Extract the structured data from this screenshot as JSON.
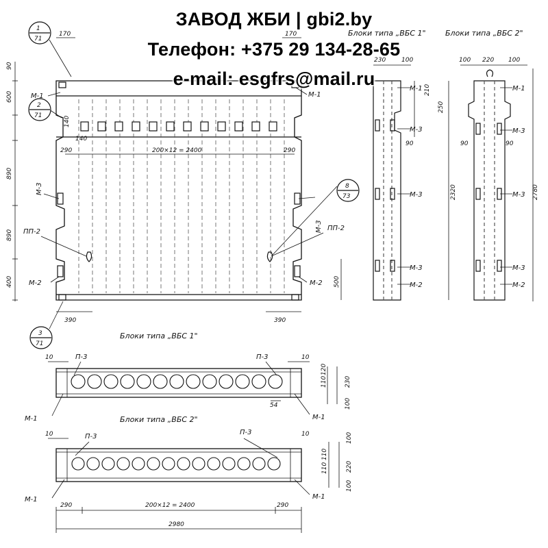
{
  "header": {
    "line1": "ЗАВОД ЖБИ | gbi2.by",
    "line2": "Телефон: +375 29 134-28-65",
    "line3": "e-mail: esgfrs@mail.ru"
  },
  "titles": {
    "vbs1_top": "Блоки типа „ВБС 1\"",
    "vbs2_top": "Блоки типа „ВБС 2\"",
    "vbs1_plan": "Блоки типа „ВБС 1\"",
    "vbs2_plan": "Блоки типа „ВБС 2\""
  },
  "callouts": {
    "c1_top": "1",
    "c1_bot": "71",
    "c2_top": "2",
    "c2_bot": "71",
    "c3_top": "3",
    "c3_bot": "71",
    "c8_top": "8",
    "c8_bot": "73"
  },
  "labels": {
    "m1": "М-1",
    "m2": "М-2",
    "m3": "М-3",
    "pp2": "ПП-2",
    "p3": "П-3"
  },
  "dims": {
    "d170": "170",
    "d90": "90",
    "d600": "600",
    "d890": "890",
    "d400": "400",
    "d290": "290",
    "d390": "390",
    "d500": "500",
    "d140": "140",
    "d200x12": "200×12 = 2400",
    "d230": "230",
    "d100": "100",
    "d220": "220",
    "d210": "210",
    "d250": "250",
    "d2320": "2320",
    "d2780": "2780",
    "d10": "10",
    "d110": "110",
    "d120": "120",
    "d54": "54",
    "d2980": "2980"
  },
  "colors": {
    "ink": "#111111",
    "hatch": "#555555",
    "paper": "#ffffff"
  }
}
